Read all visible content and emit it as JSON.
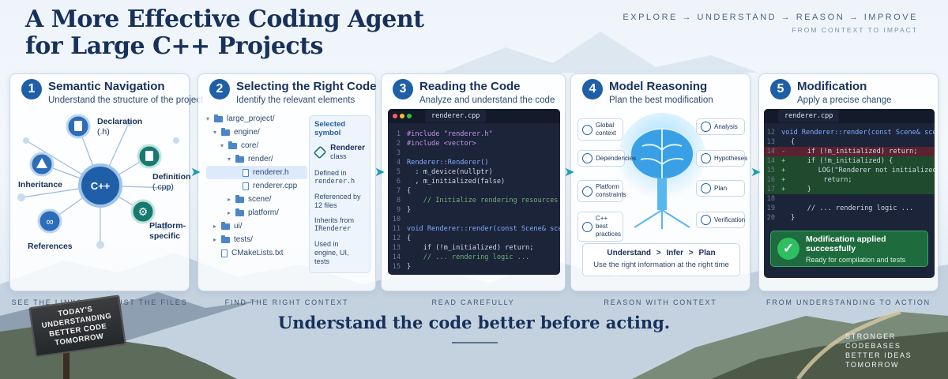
{
  "title_lines": [
    "A More Effective Coding Agent",
    "for Large C++ Projects"
  ],
  "flow": {
    "main": "EXPLORE → UNDERSTAND → REASON → IMPROVE",
    "sub": "FROM CONTEXT TO IMPACT"
  },
  "panels": [
    {
      "number": "1",
      "title": "Semantic Navigation",
      "subtitle": "Understand the structure of the project",
      "footer": "SEE THE LINKS, NOT JUST THE FILES",
      "graph": {
        "center": "C++",
        "nodes": [
          {
            "label": "Declaration",
            "sub": "(.h)",
            "icon": "document-icon"
          },
          {
            "label": "Definition",
            "sub": "(.cpp)",
            "icon": "file-icon"
          },
          {
            "label": "Inheritance",
            "sub": "",
            "icon": "hierarchy-icon"
          },
          {
            "label": "References",
            "sub": "",
            "icon": "link-icon"
          },
          {
            "label": "Platform-",
            "sub": "specific",
            "icon": "gear-icon"
          }
        ]
      }
    },
    {
      "number": "2",
      "title": "Selecting the Right Code",
      "subtitle": "Identify the relevant elements",
      "footer": "FIND THE RIGHT CONTEXT",
      "tree": [
        {
          "label": "large_project/",
          "kind": "folder",
          "depth": 0,
          "open": true,
          "selected": false
        },
        {
          "label": "engine/",
          "kind": "folder",
          "depth": 1,
          "open": true,
          "selected": false
        },
        {
          "label": "core/",
          "kind": "folder",
          "depth": 2,
          "open": true,
          "selected": false
        },
        {
          "label": "render/",
          "kind": "folder",
          "depth": 3,
          "open": true,
          "selected": false
        },
        {
          "label": "renderer.h",
          "kind": "file",
          "depth": 4,
          "open": false,
          "selected": true
        },
        {
          "label": "renderer.cpp",
          "kind": "file",
          "depth": 4,
          "open": false,
          "selected": false
        },
        {
          "label": "scene/",
          "kind": "folder",
          "depth": 3,
          "open": false,
          "selected": false
        },
        {
          "label": "platform/",
          "kind": "folder",
          "depth": 3,
          "open": false,
          "selected": false
        },
        {
          "label": "ui/",
          "kind": "folder",
          "depth": 1,
          "open": false,
          "selected": false
        },
        {
          "label": "tests/",
          "kind": "folder",
          "depth": 1,
          "open": false,
          "selected": false
        },
        {
          "label": "CMakeLists.txt",
          "kind": "file",
          "depth": 1,
          "open": false,
          "selected": false
        }
      ],
      "symbol": {
        "header": "Selected symbol",
        "name": "Renderer",
        "kind": "class",
        "defined_in_label": "Defined in",
        "defined_in": "renderer.h",
        "referenced_label": "Referenced by",
        "referenced": "12 files",
        "inherits_label": "Inherits from",
        "inherits": "IRenderer",
        "used_label": "Used in",
        "used": "engine, UI, tests"
      }
    },
    {
      "number": "3",
      "title": "Reading the Code",
      "subtitle": "Analyze and understand the code",
      "footer": "READ CAREFULLY",
      "filename": "renderer.cpp",
      "lines": [
        {
          "n": "1",
          "text": "#include \"renderer.h\"",
          "kind": "pre"
        },
        {
          "n": "2",
          "text": "#include <vector>",
          "kind": "pre"
        },
        {
          "n": "3",
          "text": "",
          "kind": "plain"
        },
        {
          "n": "4",
          "text": "Renderer::Renderer()",
          "kind": "fn"
        },
        {
          "n": "5",
          "text": "  : m_device(nullptr)",
          "kind": "plain"
        },
        {
          "n": "6",
          "text": "  , m_initialized(false)",
          "kind": "plain"
        },
        {
          "n": "7",
          "text": "{",
          "kind": "plain"
        },
        {
          "n": "8",
          "text": "    // Initialize rendering resources",
          "kind": "cm"
        },
        {
          "n": "9",
          "text": "}",
          "kind": "plain"
        },
        {
          "n": "10",
          "text": "",
          "kind": "plain"
        },
        {
          "n": "11",
          "text": "void Renderer::render(const Scene& scene)",
          "kind": "fn"
        },
        {
          "n": "12",
          "text": "{",
          "kind": "plain"
        },
        {
          "n": "13",
          "text": "    if (!m_initialized) return;",
          "kind": "plain"
        },
        {
          "n": "14",
          "text": "    // ... rendering logic ...",
          "kind": "cm"
        },
        {
          "n": "15",
          "text": "}",
          "kind": "plain"
        }
      ]
    },
    {
      "number": "4",
      "title": "Model Reasoning",
      "subtitle": "Plan the best modification",
      "footer": "REASON WITH CONTEXT",
      "inputs": [
        "Global context",
        "Dependencies",
        "Platform constraints",
        "C++ best practices"
      ],
      "outputs": [
        "Analysis",
        "Hypotheses",
        "Plan",
        "Verification"
      ],
      "steps": [
        "Understand",
        ">",
        "Infer",
        ">",
        "Plan"
      ],
      "steps_caption": "Use the right information at the right time"
    },
    {
      "number": "5",
      "title": "Modification",
      "subtitle": "Apply a precise change",
      "footer": "FROM UNDERSTANDING TO ACTION",
      "filename": "renderer.cpp",
      "lines": [
        {
          "n": "12",
          "mark": "",
          "text": "void Renderer::render(const Scene& scene)",
          "kind": "fn"
        },
        {
          "n": "13",
          "mark": "",
          "text": "{",
          "kind": "plain"
        },
        {
          "n": "14",
          "mark": "-",
          "text": "    if (!m_initialized) return;",
          "kind": "del"
        },
        {
          "n": "14",
          "mark": "+",
          "text": "    if (!m_initialized) {",
          "kind": "add"
        },
        {
          "n": "15",
          "mark": "+",
          "text": "        LOG(\"Renderer not initialized\");",
          "kind": "add"
        },
        {
          "n": "16",
          "mark": "+",
          "text": "        return;",
          "kind": "add"
        },
        {
          "n": "17",
          "mark": "+",
          "text": "    }",
          "kind": "add"
        },
        {
          "n": "18",
          "mark": "",
          "text": "",
          "kind": "plain"
        },
        {
          "n": "19",
          "mark": "",
          "text": "    // ... rendering logic ...",
          "kind": "plain"
        },
        {
          "n": "20",
          "mark": "",
          "text": "}",
          "kind": "plain"
        }
      ],
      "success_title": "Modification applied successfully",
      "success_sub": "Ready for compilation and tests"
    }
  ],
  "tagline": "Understand the code better before acting.",
  "sign": [
    "TODAY'S",
    "UNDERSTANDING",
    "BETTER CODE",
    "TOMORROW"
  ],
  "right_tag": [
    "STRONGER CODEBASES",
    "BETTER IDEAS",
    "TOMORROW"
  ],
  "colors": {
    "accent": "#1f5fa8",
    "navy": "#17315a",
    "teal": "#1d9ab8",
    "success": "#2fbf63"
  }
}
